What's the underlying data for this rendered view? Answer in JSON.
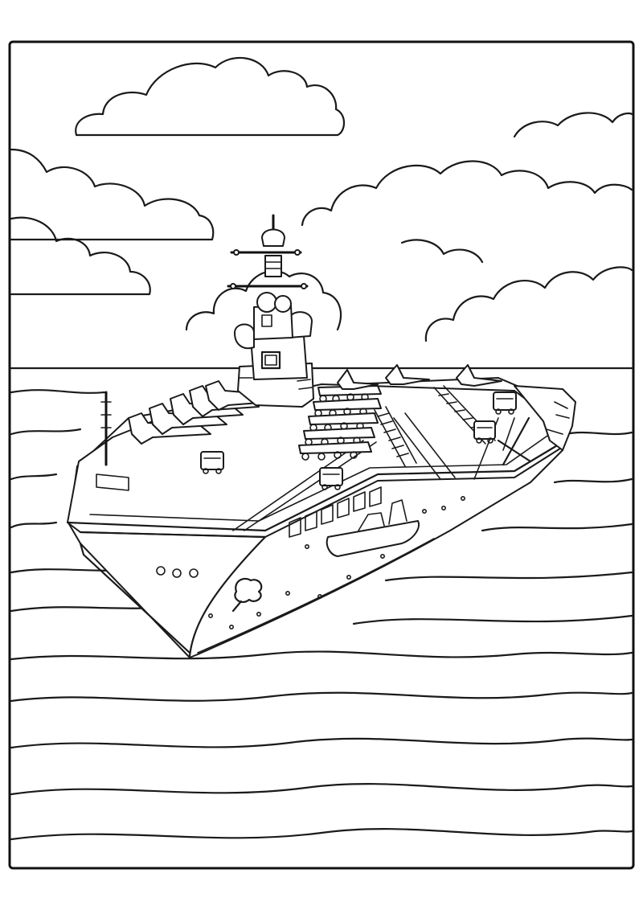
{
  "page": {
    "background": "#ffffff",
    "line_color": "#1a1a1a"
  },
  "scene": {
    "subject": "aircraft-carrier",
    "style": "coloring-page line art",
    "elements": [
      "clouds",
      "horizon",
      "sea-waves",
      "carrier-hull",
      "flight-deck",
      "island-superstructure",
      "parked-jets",
      "deck-vehicles"
    ]
  }
}
